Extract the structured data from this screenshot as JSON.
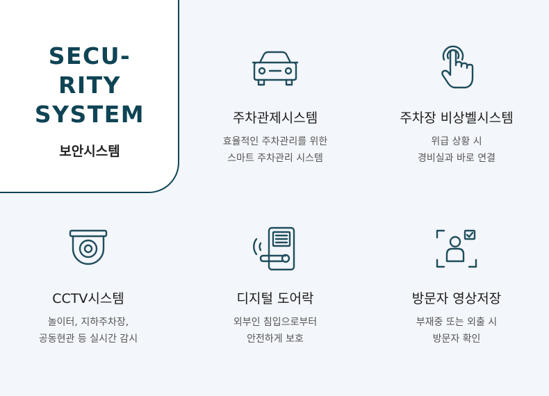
{
  "hero": {
    "title_lines": [
      "SECU-",
      "RITY",
      "SYSTEM"
    ],
    "subtitle": "보안시스템"
  },
  "colors": {
    "accent": "#0f4455",
    "icon": "#1f4d5c",
    "background": "#f3f6fa"
  },
  "cards": [
    {
      "icon": "car-icon",
      "title": "주차관제시스템",
      "desc": [
        "효율적인 주차관리를 위한",
        "스마트 주차관리 시스템"
      ]
    },
    {
      "icon": "touch-hand-icon",
      "title": "주차장 비상벨시스템",
      "desc": [
        "위급 상황 시",
        "경비실과 바로 연결"
      ]
    },
    {
      "icon": "cctv-camera-icon",
      "title": "CCTV시스템",
      "desc": [
        "놀이터, 지하주차장,",
        "공동현관 등 실시간 감시"
      ]
    },
    {
      "icon": "digital-door-lock-icon",
      "title": "디지털 도어락",
      "desc": [
        "외부인 침입으로부터",
        "안전하게 보호"
      ]
    },
    {
      "icon": "visitor-scan-icon",
      "title": "방문자 영상저장",
      "desc": [
        "부재중 또는 외출 시",
        "방문자 확인"
      ]
    }
  ]
}
